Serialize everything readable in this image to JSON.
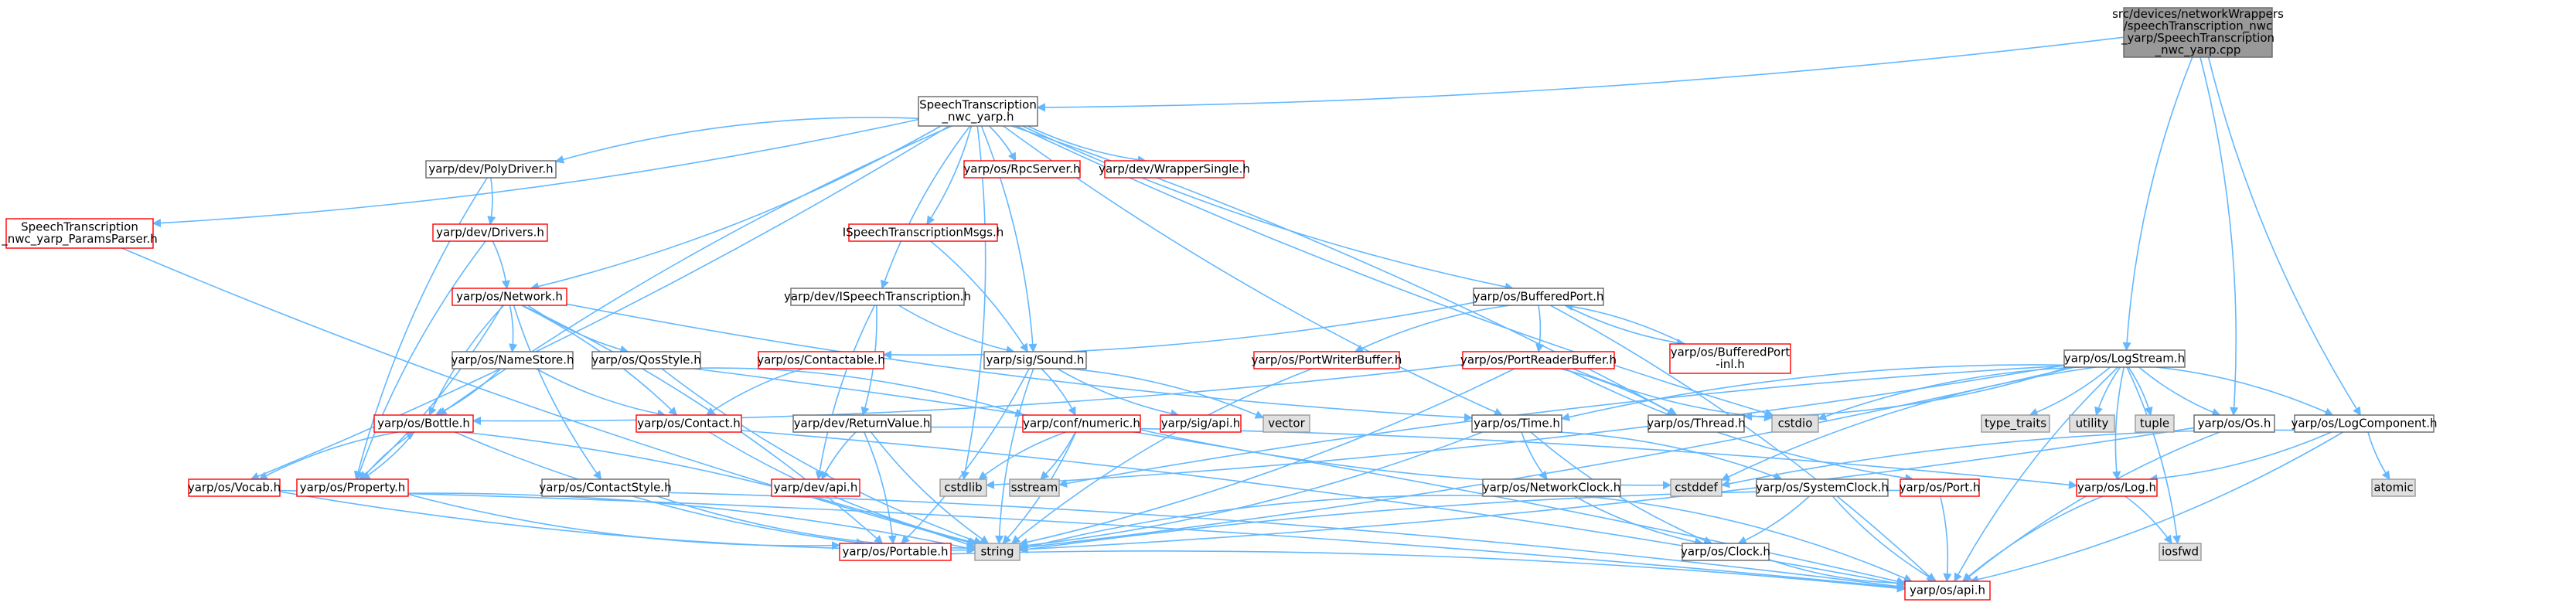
{
  "graph": {
    "colors": {
      "edge": "#63b8ff",
      "node_border": "#666666",
      "missing_border": "#ff0000",
      "node_fill": "#ffffff",
      "root_fill": "#999999",
      "system_fill": "#e0e0e0"
    },
    "nodes": [
      {
        "id": "root",
        "lines": [
          "src/devices/networkWrappers",
          "/speechTranscription_nwc",
          "_yarp/SpeechTranscription",
          "_nwc_yarp.cpp"
        ],
        "style": "root"
      },
      {
        "id": "nwc_h",
        "lines": [
          "SpeechTranscription",
          "_nwc_yarp.h"
        ],
        "style": "normal"
      },
      {
        "id": "params",
        "lines": [
          "SpeechTranscription",
          "_nwc_yarp_ParamsParser.h"
        ],
        "style": "missing"
      },
      {
        "id": "polydriver",
        "lines": [
          "yarp/dev/PolyDriver.h"
        ],
        "style": "normal"
      },
      {
        "id": "rpcserver",
        "lines": [
          "yarp/os/RpcServer.h"
        ],
        "style": "missing"
      },
      {
        "id": "wrappersingle",
        "lines": [
          "yarp/dev/WrapperSingle.h"
        ],
        "style": "missing"
      },
      {
        "id": "drivers",
        "lines": [
          "yarp/dev/Drivers.h"
        ],
        "style": "missing"
      },
      {
        "id": "ispeechmsgs",
        "lines": [
          "ISpeechTranscriptionMsgs.h"
        ],
        "style": "missing"
      },
      {
        "id": "network",
        "lines": [
          "yarp/os/Network.h"
        ],
        "style": "missing"
      },
      {
        "id": "ispeech",
        "lines": [
          "yarp/dev/ISpeechTranscription.h"
        ],
        "style": "normal"
      },
      {
        "id": "bufferedport",
        "lines": [
          "yarp/os/BufferedPort.h"
        ],
        "style": "normal"
      },
      {
        "id": "bufferedportinl",
        "lines": [
          "yarp/os/BufferedPort",
          "-inl.h"
        ],
        "style": "missing"
      },
      {
        "id": "logstream",
        "lines": [
          "yarp/os/LogStream.h"
        ],
        "style": "normal"
      },
      {
        "id": "namestore",
        "lines": [
          "yarp/os/NameStore.h"
        ],
        "style": "normal"
      },
      {
        "id": "qosstyle",
        "lines": [
          "yarp/os/QosStyle.h"
        ],
        "style": "normal"
      },
      {
        "id": "contactable",
        "lines": [
          "yarp/os/Contactable.h"
        ],
        "style": "missing"
      },
      {
        "id": "sound",
        "lines": [
          "yarp/sig/Sound.h"
        ],
        "style": "normal"
      },
      {
        "id": "portwriterbuffer",
        "lines": [
          "yarp/os/PortWriterBuffer.h"
        ],
        "style": "missing"
      },
      {
        "id": "portreaderbuffer",
        "lines": [
          "yarp/os/PortReaderBuffer.h"
        ],
        "style": "missing"
      },
      {
        "id": "bottle",
        "lines": [
          "yarp/os/Bottle.h"
        ],
        "style": "missing"
      },
      {
        "id": "contact",
        "lines": [
          "yarp/os/Contact.h"
        ],
        "style": "missing"
      },
      {
        "id": "returnvalue",
        "lines": [
          "yarp/dev/ReturnValue.h"
        ],
        "style": "normal"
      },
      {
        "id": "numeric",
        "lines": [
          "yarp/conf/numeric.h"
        ],
        "style": "missing"
      },
      {
        "id": "sigapi",
        "lines": [
          "yarp/sig/api.h"
        ],
        "style": "missing"
      },
      {
        "id": "vector",
        "lines": [
          "vector"
        ],
        "style": "system"
      },
      {
        "id": "time",
        "lines": [
          "yarp/os/Time.h"
        ],
        "style": "normal"
      },
      {
        "id": "thread",
        "lines": [
          "yarp/os/Thread.h"
        ],
        "style": "normal"
      },
      {
        "id": "cstdio",
        "lines": [
          "cstdio"
        ],
        "style": "system"
      },
      {
        "id": "typetraits",
        "lines": [
          "type_traits"
        ],
        "style": "system"
      },
      {
        "id": "utility",
        "lines": [
          "utility"
        ],
        "style": "system"
      },
      {
        "id": "tuple",
        "lines": [
          "tuple"
        ],
        "style": "system"
      },
      {
        "id": "os",
        "lines": [
          "yarp/os/Os.h"
        ],
        "style": "normal"
      },
      {
        "id": "logcomponent",
        "lines": [
          "yarp/os/LogComponent.h"
        ],
        "style": "normal"
      },
      {
        "id": "vocab",
        "lines": [
          "yarp/os/Vocab.h"
        ],
        "style": "missing"
      },
      {
        "id": "property",
        "lines": [
          "yarp/os/Property.h"
        ],
        "style": "missing"
      },
      {
        "id": "contactstyle",
        "lines": [
          "yarp/os/ContactStyle.h"
        ],
        "style": "normal"
      },
      {
        "id": "devapi",
        "lines": [
          "yarp/dev/api.h"
        ],
        "style": "missing"
      },
      {
        "id": "cstdlib",
        "lines": [
          "cstdlib"
        ],
        "style": "system"
      },
      {
        "id": "sstream",
        "lines": [
          "sstream"
        ],
        "style": "system"
      },
      {
        "id": "cstddef",
        "lines": [
          "cstddef"
        ],
        "style": "system"
      },
      {
        "id": "networkclock",
        "lines": [
          "yarp/os/NetworkClock.h"
        ],
        "style": "normal"
      },
      {
        "id": "systemclock",
        "lines": [
          "yarp/os/SystemClock.h"
        ],
        "style": "normal"
      },
      {
        "id": "port",
        "lines": [
          "yarp/os/Port.h"
        ],
        "style": "missing"
      },
      {
        "id": "log",
        "lines": [
          "yarp/os/Log.h"
        ],
        "style": "missing"
      },
      {
        "id": "atomic",
        "lines": [
          "atomic"
        ],
        "style": "system"
      },
      {
        "id": "portable",
        "lines": [
          "yarp/os/Portable.h"
        ],
        "style": "missing"
      },
      {
        "id": "string",
        "lines": [
          "string"
        ],
        "style": "system"
      },
      {
        "id": "clock",
        "lines": [
          "yarp/os/Clock.h"
        ],
        "style": "normal"
      },
      {
        "id": "iosfwd",
        "lines": [
          "iosfwd"
        ],
        "style": "system"
      },
      {
        "id": "osapi",
        "lines": [
          "yarp/os/api.h"
        ],
        "style": "missing"
      }
    ],
    "edges": [
      [
        "root",
        "nwc_h"
      ],
      [
        "root",
        "logstream"
      ],
      [
        "root",
        "os"
      ],
      [
        "root",
        "logcomponent"
      ],
      [
        "nwc_h",
        "params"
      ],
      [
        "nwc_h",
        "polydriver"
      ],
      [
        "nwc_h",
        "rpcserver"
      ],
      [
        "nwc_h",
        "wrappersingle"
      ],
      [
        "nwc_h",
        "network"
      ],
      [
        "nwc_h",
        "ispeech"
      ],
      [
        "nwc_h",
        "ispeechmsgs"
      ],
      [
        "nwc_h",
        "bufferedport"
      ],
      [
        "nwc_h",
        "sound"
      ],
      [
        "nwc_h",
        "bottle"
      ],
      [
        "nwc_h",
        "vocab"
      ],
      [
        "nwc_h",
        "time"
      ],
      [
        "nwc_h",
        "thread"
      ],
      [
        "nwc_h",
        "cstdio"
      ],
      [
        "nwc_h",
        "cstdlib"
      ],
      [
        "params",
        "string"
      ],
      [
        "polydriver",
        "drivers"
      ],
      [
        "polydriver",
        "property"
      ],
      [
        "drivers",
        "network"
      ],
      [
        "drivers",
        "property"
      ],
      [
        "network",
        "namestore"
      ],
      [
        "network",
        "qosstyle"
      ],
      [
        "network",
        "contact"
      ],
      [
        "network",
        "contactstyle"
      ],
      [
        "network",
        "portable"
      ],
      [
        "network",
        "bottle"
      ],
      [
        "network",
        "property"
      ],
      [
        "network",
        "time"
      ],
      [
        "ispeechmsgs",
        "sound"
      ],
      [
        "ispeech",
        "sound"
      ],
      [
        "ispeech",
        "returnvalue"
      ],
      [
        "ispeech",
        "devapi"
      ],
      [
        "bufferedport",
        "contactable"
      ],
      [
        "bufferedport",
        "portwriterbuffer"
      ],
      [
        "bufferedport",
        "portreaderbuffer"
      ],
      [
        "bufferedport",
        "bufferedportinl"
      ],
      [
        "bufferedport",
        "osapi"
      ],
      [
        "bufferedportinl",
        "bufferedport"
      ],
      [
        "namestore",
        "bottle"
      ],
      [
        "namestore",
        "contact"
      ],
      [
        "qosstyle",
        "numeric"
      ],
      [
        "qosstyle",
        "string"
      ],
      [
        "qosstyle",
        "osapi"
      ],
      [
        "contactable",
        "contact"
      ],
      [
        "sound",
        "numeric"
      ],
      [
        "sound",
        "sigapi"
      ],
      [
        "sound",
        "vector"
      ],
      [
        "sound",
        "string"
      ],
      [
        "sound",
        "portable"
      ],
      [
        "portwriterbuffer",
        "string"
      ],
      [
        "portreaderbuffer",
        "thread"
      ],
      [
        "portreaderbuffer",
        "cstdio"
      ],
      [
        "portreaderbuffer",
        "bottle"
      ],
      [
        "portreaderbuffer",
        "port"
      ],
      [
        "portreaderbuffer",
        "string"
      ],
      [
        "bottle",
        "vocab"
      ],
      [
        "bottle",
        "property"
      ],
      [
        "bottle",
        "portable"
      ],
      [
        "bottle",
        "string"
      ],
      [
        "contact",
        "string"
      ],
      [
        "contact",
        "osapi"
      ],
      [
        "returnvalue",
        "devapi"
      ],
      [
        "returnvalue",
        "portable"
      ],
      [
        "returnvalue",
        "string"
      ],
      [
        "returnvalue",
        "log"
      ],
      [
        "numeric",
        "cstdlib"
      ],
      [
        "numeric",
        "sstream"
      ],
      [
        "numeric",
        "cstddef"
      ],
      [
        "numeric",
        "string"
      ],
      [
        "time",
        "networkclock"
      ],
      [
        "time",
        "systemclock"
      ],
      [
        "time",
        "clock"
      ],
      [
        "time",
        "string"
      ],
      [
        "logstream",
        "time"
      ],
      [
        "logstream",
        "thread"
      ],
      [
        "logstream",
        "cstdio"
      ],
      [
        "logstream",
        "typetraits"
      ],
      [
        "logstream",
        "utility"
      ],
      [
        "logstream",
        "tuple"
      ],
      [
        "logstream",
        "os"
      ],
      [
        "logstream",
        "logcomponent"
      ],
      [
        "logstream",
        "log"
      ],
      [
        "logstream",
        "iosfwd"
      ],
      [
        "logstream",
        "osapi"
      ],
      [
        "logstream",
        "string"
      ],
      [
        "logstream",
        "sstream"
      ],
      [
        "logstream",
        "cstdlib"
      ],
      [
        "logstream",
        "cstddef"
      ],
      [
        "os",
        "string"
      ],
      [
        "os",
        "osapi"
      ],
      [
        "logcomponent",
        "log"
      ],
      [
        "logcomponent",
        "atomic"
      ],
      [
        "logcomponent",
        "osapi"
      ],
      [
        "logcomponent",
        "cstddef"
      ],
      [
        "property",
        "bottle"
      ],
      [
        "property",
        "portable"
      ],
      [
        "property",
        "string"
      ],
      [
        "contactstyle",
        "string"
      ],
      [
        "contactstyle",
        "osapi"
      ],
      [
        "vocab",
        "string"
      ],
      [
        "vocab",
        "osapi"
      ],
      [
        "networkclock",
        "clock"
      ],
      [
        "networkclock",
        "osapi"
      ],
      [
        "networkclock",
        "string"
      ],
      [
        "systemclock",
        "clock"
      ],
      [
        "systemclock",
        "osapi"
      ],
      [
        "port",
        "osapi"
      ],
      [
        "port",
        "string"
      ],
      [
        "log",
        "iosfwd"
      ],
      [
        "log",
        "osapi"
      ],
      [
        "portable",
        "osapi"
      ],
      [
        "clock",
        "osapi"
      ]
    ]
  }
}
